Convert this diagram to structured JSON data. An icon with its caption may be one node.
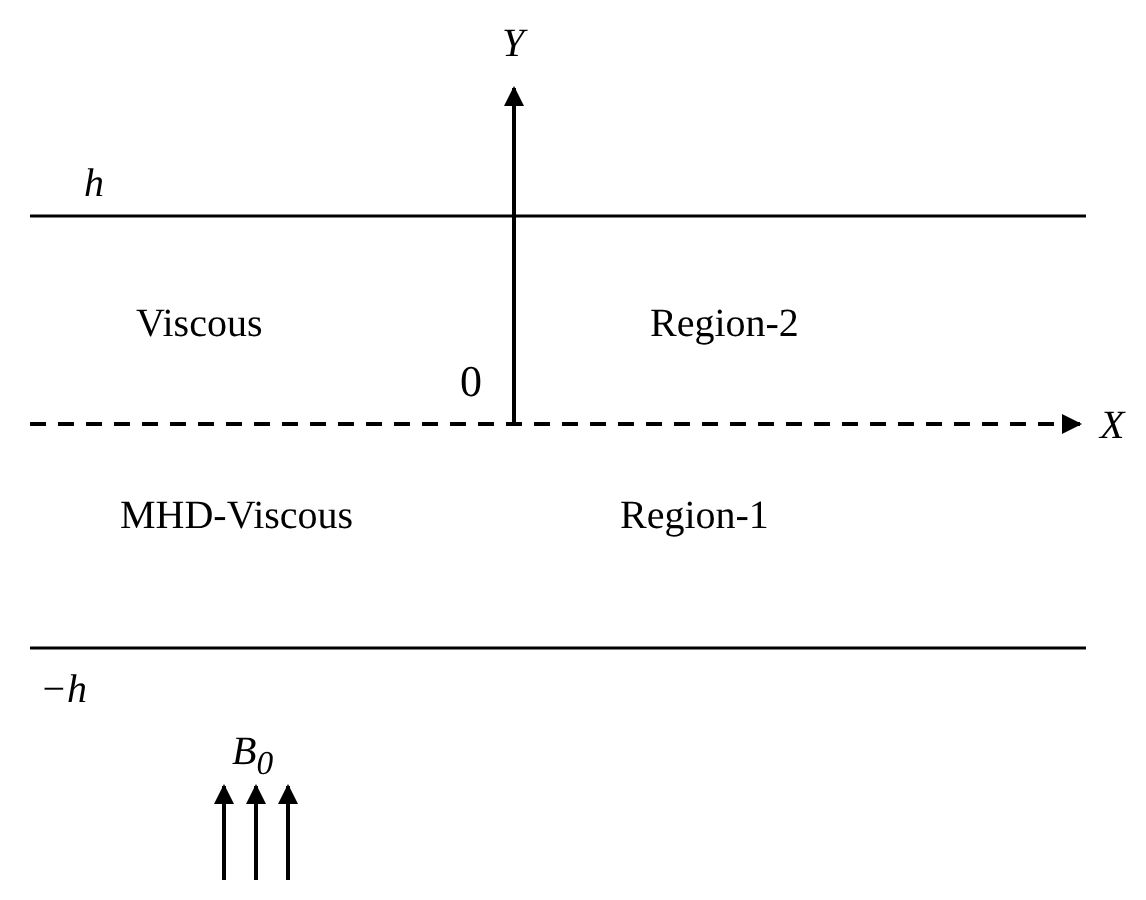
{
  "diagram": {
    "labels": [
      "Y",
      "h",
      "Viscous",
      "Region-2",
      "0",
      "X",
      "MHD-Viscous",
      "Region-1",
      "−h",
      "B$_{0}$"
    ]
  }
}
